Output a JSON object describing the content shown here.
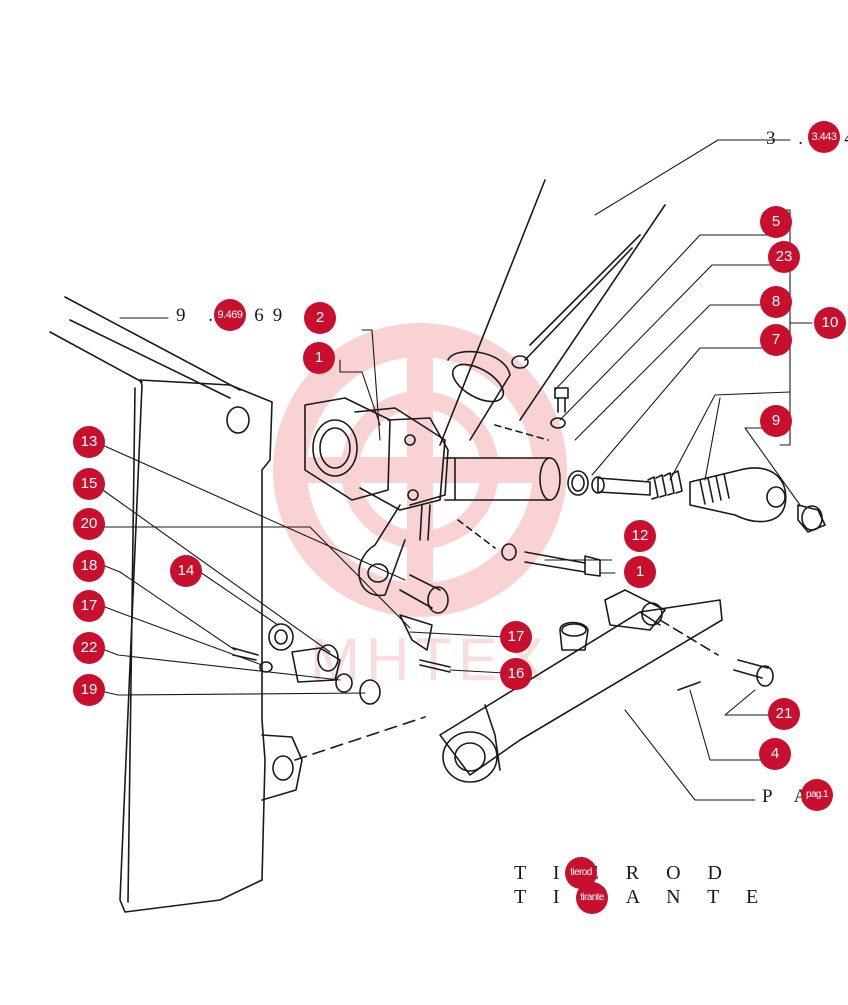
{
  "refs": {
    "ref_top": "3 . 443",
    "ref_left": "9 . 469 9",
    "ref_page": "P A"
  },
  "titles": {
    "line1": "T I E R O D",
    "line2": "T I R A N T E"
  },
  "badges": {
    "b3443": "3.443",
    "b5": "5",
    "b23": "23",
    "b8": "8",
    "b7": "7",
    "b10": "10",
    "b9": "9",
    "b2": "2",
    "b1a": "1",
    "b9469": "9.469",
    "b13": "13",
    "b15": "15",
    "b20": "20",
    "b18": "18",
    "b14": "14",
    "b17a": "17",
    "b22": "22",
    "b19": "19",
    "b12": "12",
    "b1b": "1",
    "b17b": "17",
    "b16": "16",
    "b21": "21",
    "b4": "4",
    "bpag": "pag.1",
    "btierod": "tierod",
    "btirante": "tirante"
  },
  "colors": {
    "badge": "#c8102e",
    "line": "#1a1a1a",
    "watermark": "#f6c9c9"
  }
}
